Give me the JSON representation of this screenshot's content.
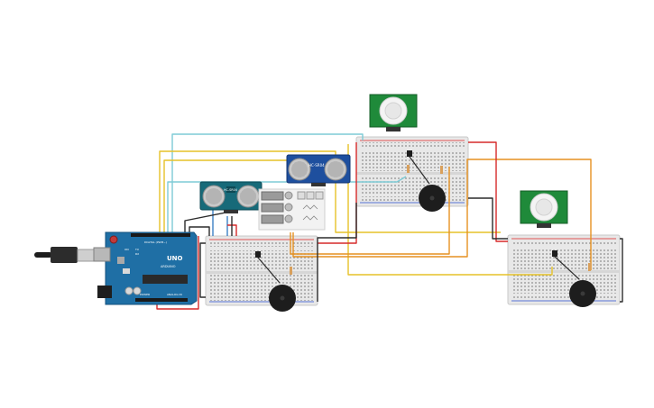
{
  "arduino": {
    "brand": "UNO",
    "subtitle": "ARDUINO",
    "digital_label": "DIGITAL (PWM~)",
    "analog_label": "ANALOG IN",
    "power_label": "POWER",
    "on_label": "ON",
    "tx_label": "TX",
    "rx_label": "RX"
  },
  "ultrasonic_a": {
    "model": "HC-SR04"
  },
  "ultrasonic_b": {
    "model": "HC-SR04"
  },
  "colors": {
    "wire_red": "#d62a2a",
    "wire_black": "#2b2b2b",
    "wire_yellow": "#e6c229",
    "wire_orange": "#e69121",
    "wire_cyan": "#7ecbd6",
    "wire_blue": "#3b7fc4",
    "arduino_blue": "#1f6fa5",
    "sensor_teal": "#176a79",
    "pir_green": "#1f8a3a",
    "breadboard": "#e9e9e9"
  }
}
